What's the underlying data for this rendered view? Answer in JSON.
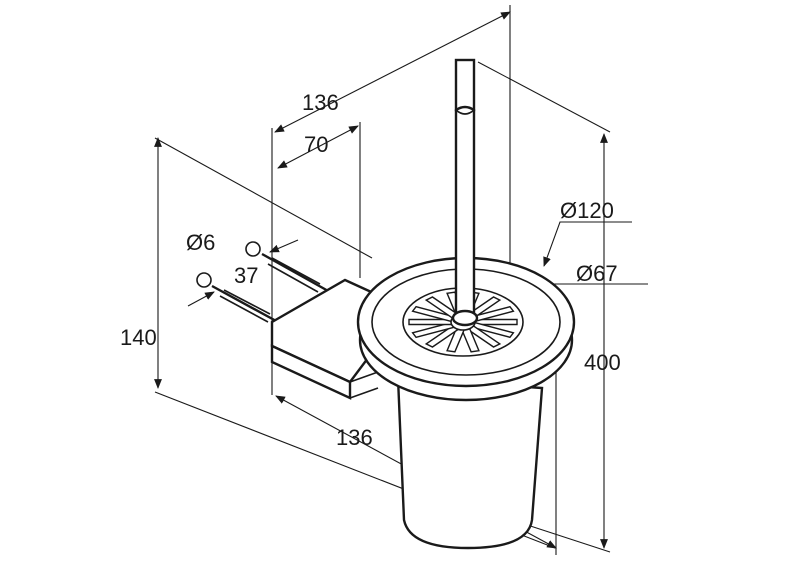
{
  "drawing": {
    "dimensions": {
      "top_depth": "136",
      "mount_depth": "70",
      "screw_diameter": "Ø6",
      "screw_length": "37",
      "height_holder": "140",
      "bottom_depth": "136",
      "bowl_outer_diameter": "Ø120",
      "bowl_inner_diameter": "Ø67",
      "total_height": "400"
    }
  }
}
